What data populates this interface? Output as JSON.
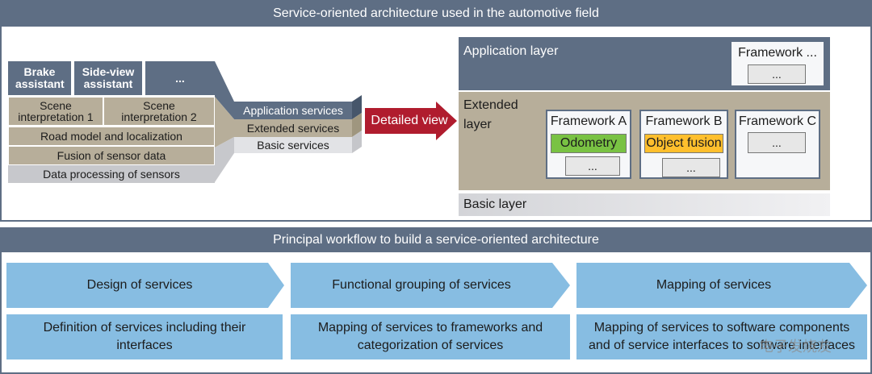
{
  "top": {
    "title": "Service-oriented architecture used in the automotive field",
    "left_stack": {
      "top_row": [
        "Brake assistant",
        "Side-view assistant",
        "..."
      ],
      "scene": [
        "Scene interpretation 1",
        "Scene interpretation 2"
      ],
      "rows": [
        "Road model and localization",
        "Fusion of sensor data",
        "Data processing of sensors"
      ]
    },
    "services": [
      "Application services",
      "Extended services",
      "Basic services"
    ],
    "arrow_label": "Detailed view",
    "layers": {
      "application": {
        "label": "Application layer",
        "framework": "Framework ...",
        "dots": "..."
      },
      "extended": {
        "label_line1": "Extended",
        "label_line2": "layer",
        "frameworks": [
          {
            "title": "Framework A",
            "highlight": "Odometry",
            "highlight_color": "#79c243",
            "dots": "..."
          },
          {
            "title": "Framework B",
            "highlight": "Object fusion",
            "highlight_color": "#ffbf2d",
            "dots": "..."
          },
          {
            "title": "Framework C",
            "dots": "..."
          }
        ]
      },
      "basic": {
        "label": "Basic layer"
      }
    }
  },
  "bottom": {
    "title": "Principal workflow to build a service-oriented architecture",
    "steps": [
      {
        "title": "Design of services",
        "desc_line1": "Definition of services including their",
        "desc_line2": "interfaces"
      },
      {
        "title": "Functional grouping of services",
        "desc_line1": "Mapping of services to frameworks and",
        "desc_line2": "categorization of services"
      },
      {
        "title": "Mapping of services",
        "desc_line1": "Mapping of services to software components",
        "desc_line2": "and of service interfaces to software interfaces"
      }
    ],
    "watermark": "电子发烧友"
  },
  "colors": {
    "header": "#5e6e84",
    "taupe": "#b7ae9a",
    "light_gray": "#c7c8cc",
    "arrow_red": "#b01c2e",
    "workflow_blue": "#87bde2"
  }
}
